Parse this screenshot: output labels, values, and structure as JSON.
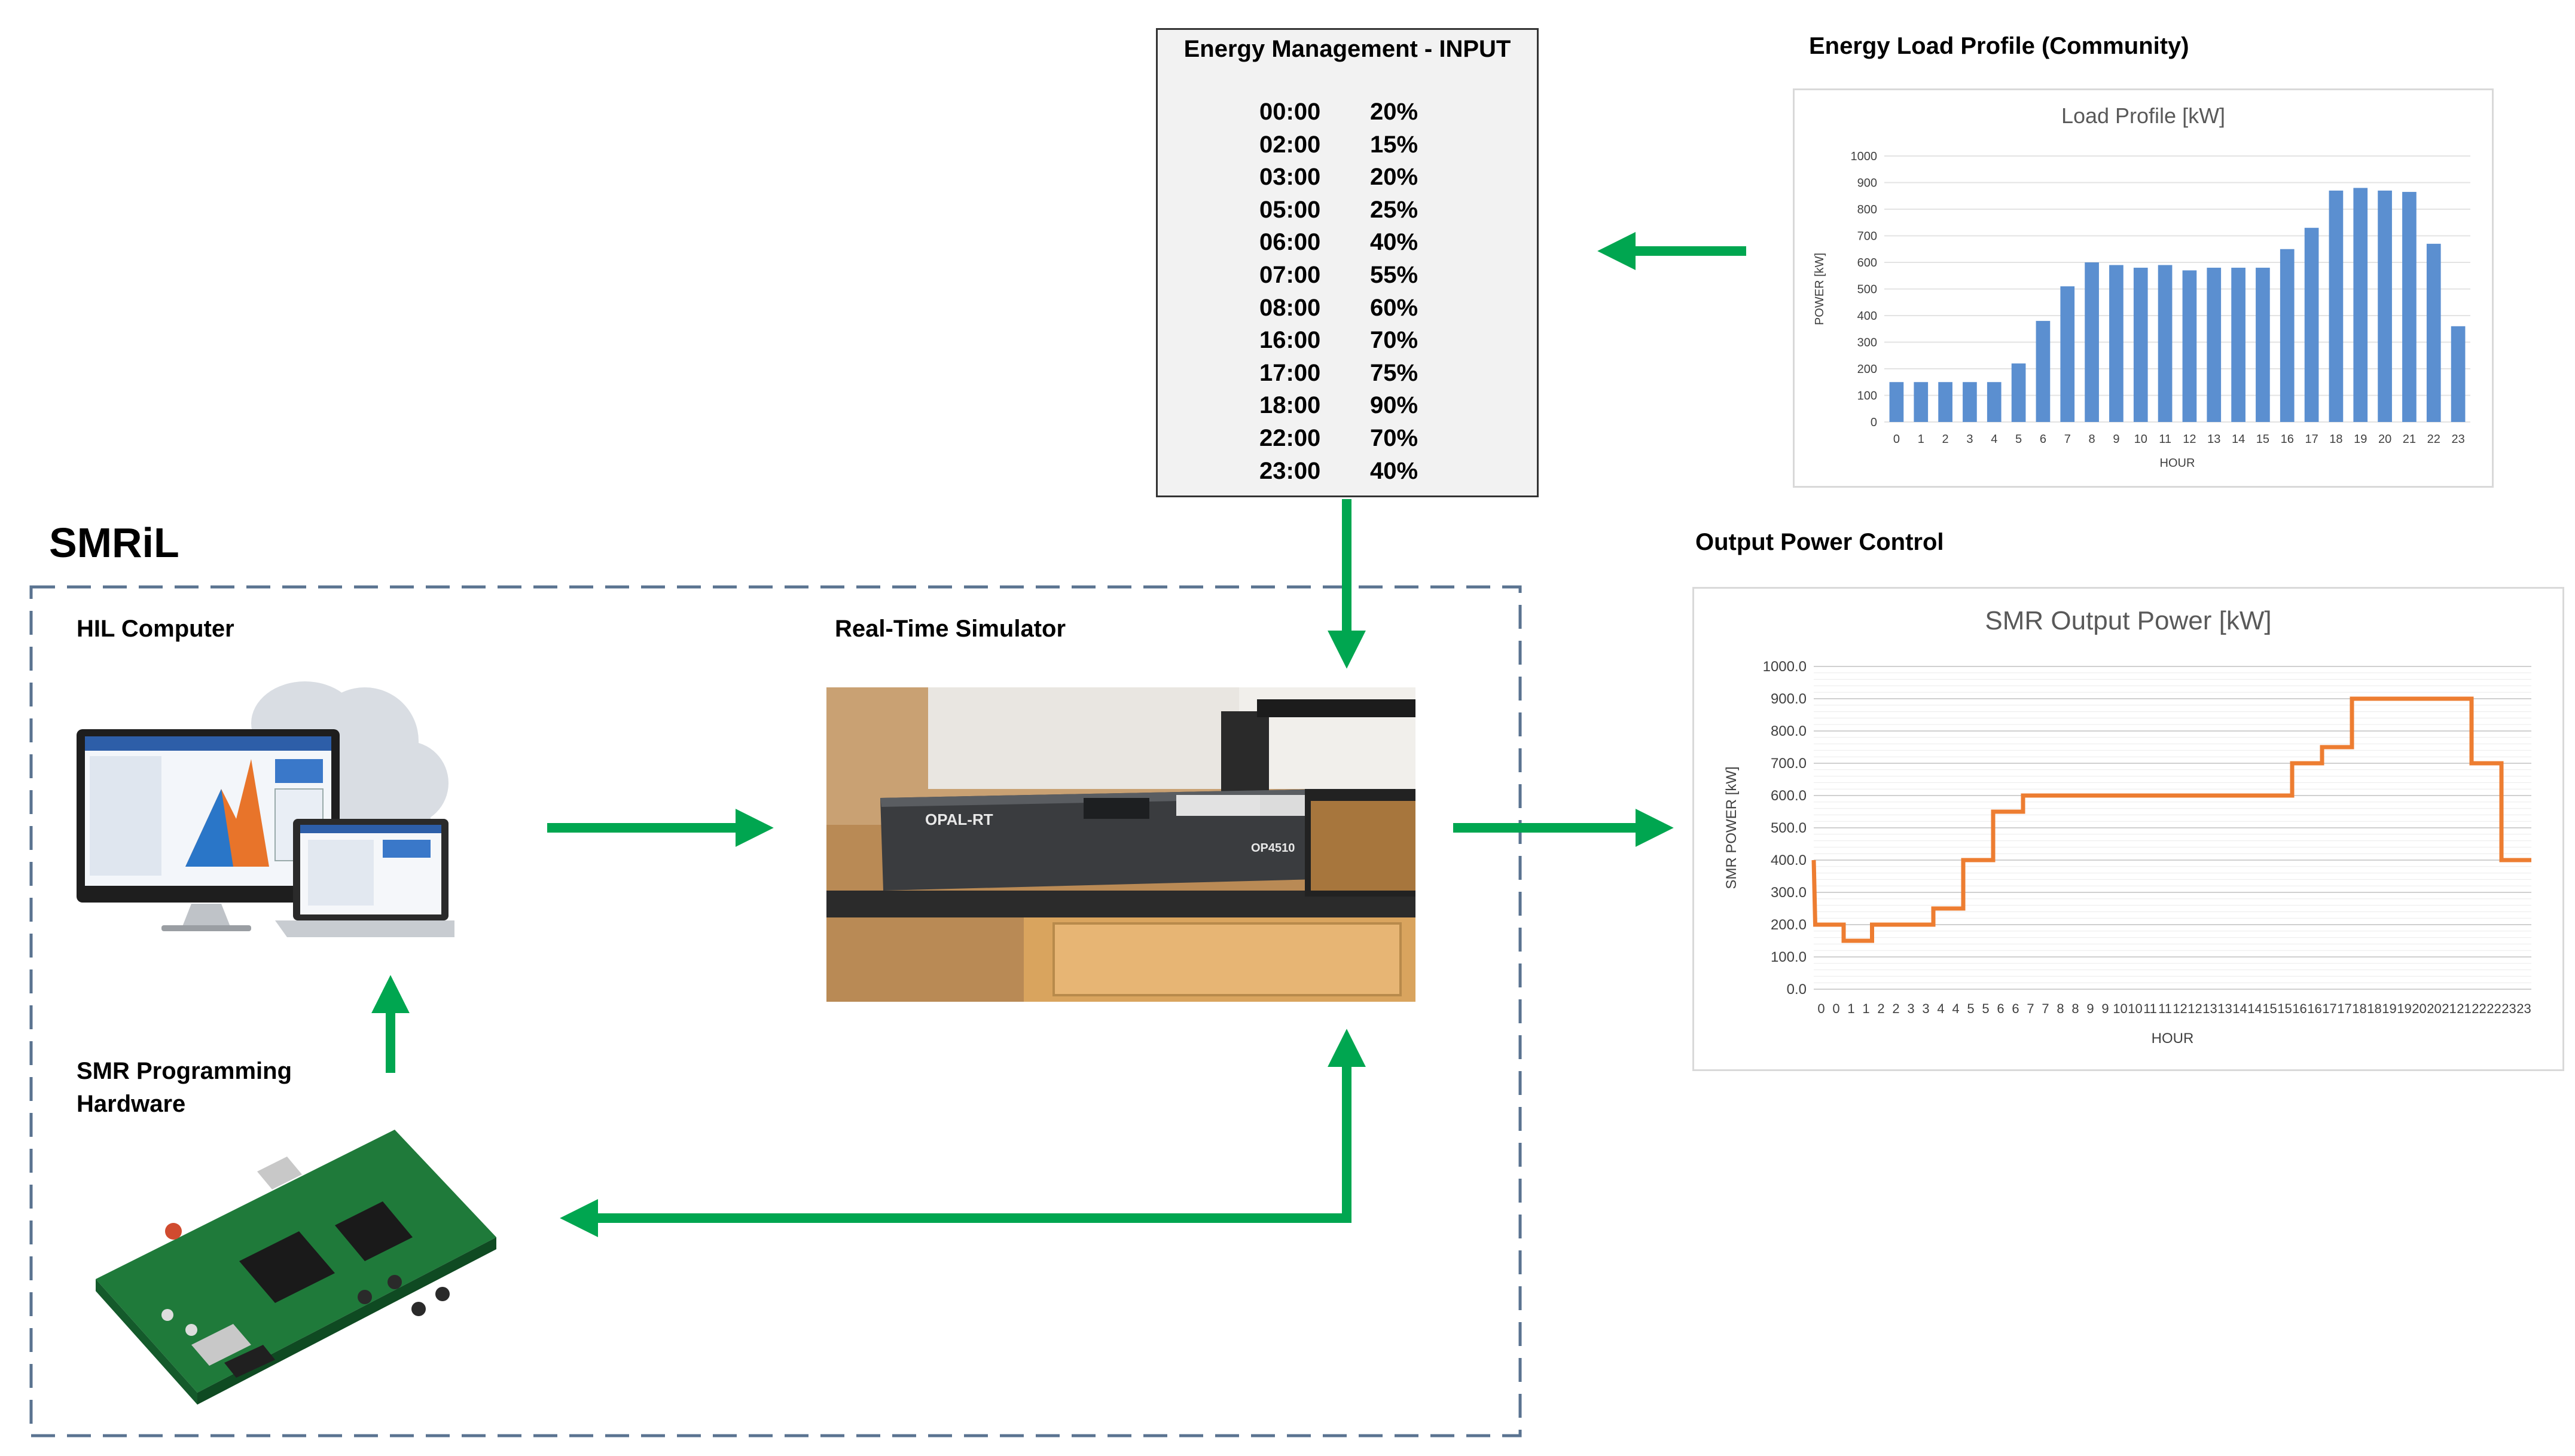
{
  "energy_management": {
    "title": "Energy Management - INPUT",
    "schedule": [
      {
        "time": "00:00",
        "percent": "20%"
      },
      {
        "time": "02:00",
        "percent": "15%"
      },
      {
        "time": "03:00",
        "percent": "20%"
      },
      {
        "time": "05:00",
        "percent": "25%"
      },
      {
        "time": "06:00",
        "percent": "40%"
      },
      {
        "time": "07:00",
        "percent": "55%"
      },
      {
        "time": "08:00",
        "percent": "60%"
      },
      {
        "time": "16:00",
        "percent": "70%"
      },
      {
        "time": "17:00",
        "percent": "75%"
      },
      {
        "time": "18:00",
        "percent": "90%"
      },
      {
        "time": "22:00",
        "percent": "70%"
      },
      {
        "time": "23:00",
        "percent": "40%"
      }
    ]
  },
  "labels": {
    "smril": "SMRiL",
    "hil_computer": "HIL Computer",
    "real_time_simulator": "Real-Time Simulator",
    "smr_hardware_line1": "SMR Programming",
    "smr_hardware_line2": "Hardware",
    "energy_load_profile": "Energy Load Profile (Community)",
    "output_power_control": "Output Power Control",
    "simulator_brand": "OPAL-RT",
    "simulator_model": "OP4510"
  },
  "colors": {
    "arrow": "#00a650",
    "bar": "#5b8fd0",
    "line": "#ed7d31",
    "dashed_border": "#5a7390"
  },
  "chart_data": [
    {
      "type": "bar",
      "title": "Load Profile [kW]",
      "xlabel": "HOUR",
      "ylabel": "POWER [kW]",
      "ylim": [
        0,
        1000
      ],
      "yticks": [
        0,
        100,
        200,
        300,
        400,
        500,
        600,
        700,
        800,
        900,
        1000
      ],
      "categories": [
        "0",
        "1",
        "2",
        "3",
        "4",
        "5",
        "6",
        "7",
        "8",
        "9",
        "10",
        "11",
        "12",
        "13",
        "14",
        "15",
        "16",
        "17",
        "18",
        "19",
        "20",
        "21",
        "22",
        "23"
      ],
      "values": [
        150,
        150,
        150,
        150,
        150,
        220,
        380,
        510,
        600,
        590,
        580,
        590,
        570,
        580,
        580,
        580,
        650,
        730,
        870,
        880,
        870,
        865,
        670,
        360
      ],
      "grid": true
    },
    {
      "type": "line",
      "title": "SMR Output Power [kW]",
      "xlabel": "HOUR",
      "ylabel": "SMR POWER [kW]",
      "ylim": [
        0,
        1000
      ],
      "yticks": [
        "0.0",
        "100.0",
        "200.0",
        "300.0",
        "400.0",
        "500.0",
        "600.0",
        "700.0",
        "800.0",
        "900.0",
        "1000.0"
      ],
      "x_tick_labels": [
        "0",
        "0",
        "1",
        "1",
        "2",
        "2",
        "3",
        "3",
        "4",
        "4",
        "5",
        "5",
        "6",
        "6",
        "7",
        "7",
        "8",
        "8",
        "9",
        "9",
        "10",
        "10",
        "11",
        "11",
        "12",
        "12",
        "13",
        "13",
        "14",
        "14",
        "15",
        "15",
        "16",
        "16",
        "17",
        "17",
        "18",
        "18",
        "19",
        "19",
        "20",
        "20",
        "21",
        "21",
        "22",
        "22",
        "23",
        "23"
      ],
      "series": [
        {
          "x": [
            0,
            0.05,
            1.0,
            1.0,
            1.95,
            1.95,
            3.0,
            3.0,
            4.0,
            4.0,
            5.0,
            5.0,
            6.0,
            6.0,
            7.0,
            7.0,
            16.0,
            16.0,
            17.0,
            17.0,
            18.0,
            18.0,
            22.0,
            22.0,
            23.0,
            23.0,
            24.0
          ],
          "y": [
            400,
            200,
            200,
            150,
            150,
            200,
            200,
            200,
            200,
            250,
            250,
            400,
            400,
            550,
            550,
            600,
            600,
            700,
            700,
            750,
            750,
            900,
            900,
            700,
            700,
            400,
            400
          ]
        }
      ],
      "grid": true
    }
  ]
}
